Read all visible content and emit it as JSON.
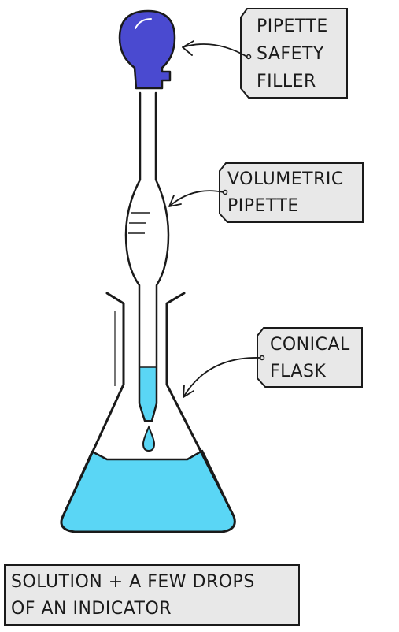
{
  "labels": {
    "safety_filler": [
      "PIPETTE",
      "SAFETY",
      "FILLER"
    ],
    "volumetric_pipette": [
      "VOLUMETRIC",
      "PIPETTE"
    ],
    "conical_flask": [
      "CONICAL",
      "FLASK"
    ],
    "solution": [
      "SOLUTION + A FEW DROPS",
      "OF AN INDICATOR"
    ]
  },
  "colors": {
    "bulb": "#4a4ad0",
    "bulb_dark": "#2a2aa8",
    "liquid": "#5ad6f5",
    "box_fill": "#e8e8e8",
    "outline": "#1a1a1a"
  }
}
